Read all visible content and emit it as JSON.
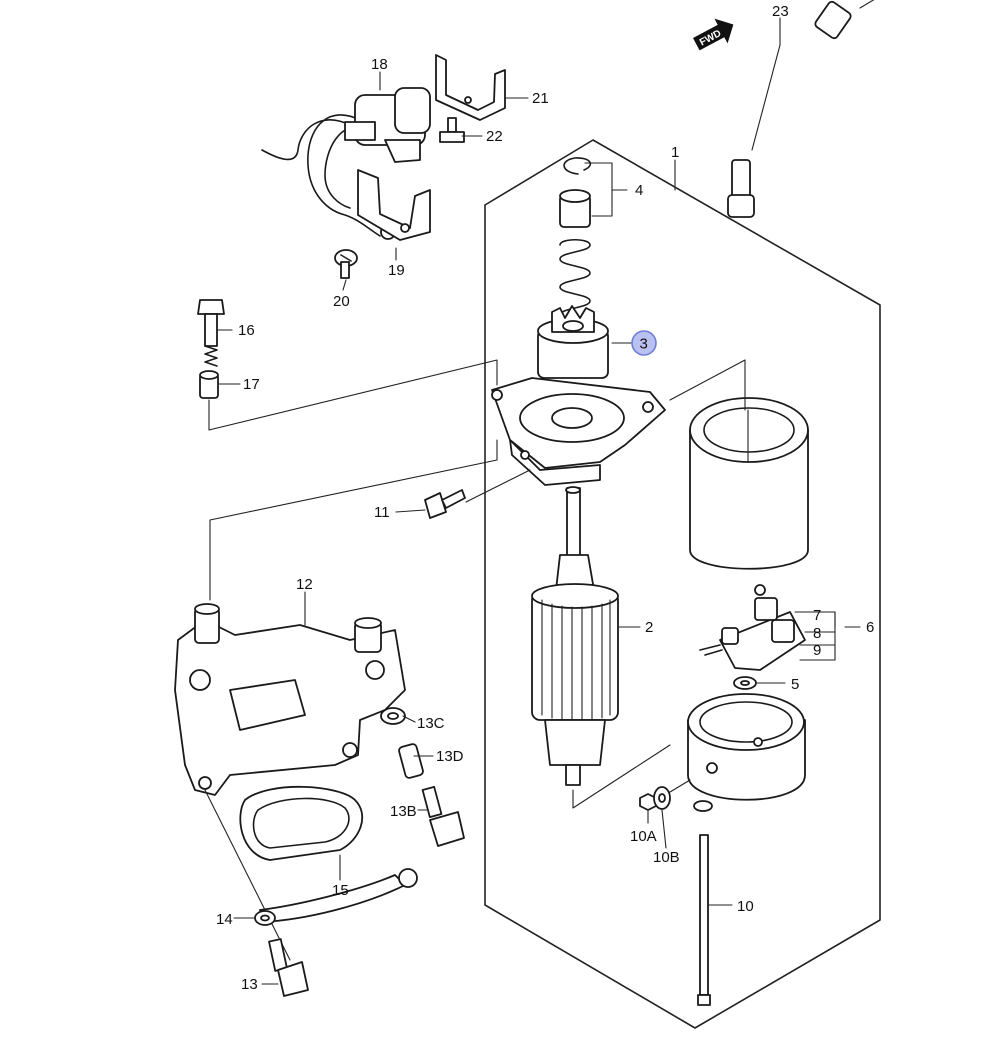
{
  "diagram": {
    "direction_badge": "FWD",
    "selected_callout": "3",
    "callouts": {
      "c1": "1",
      "c2": "2",
      "c3": "3",
      "c4": "4",
      "c5": "5",
      "c6": "6",
      "c7": "7",
      "c8": "8",
      "c9": "9",
      "c10": "10",
      "c10a": "10A",
      "c10b": "10B",
      "c11": "11",
      "c12": "12",
      "c13": "13",
      "c13b": "13B",
      "c13c": "13C",
      "c13d": "13D",
      "c14": "14",
      "c15": "15",
      "c16": "16",
      "c17": "17",
      "c18": "18",
      "c19": "19",
      "c20": "20",
      "c21": "21",
      "c22": "22",
      "c23": "23"
    },
    "colors": {
      "line": "#222222",
      "highlight_fill": "#b9c1f0",
      "highlight_stroke": "#6f7fd6"
    }
  }
}
